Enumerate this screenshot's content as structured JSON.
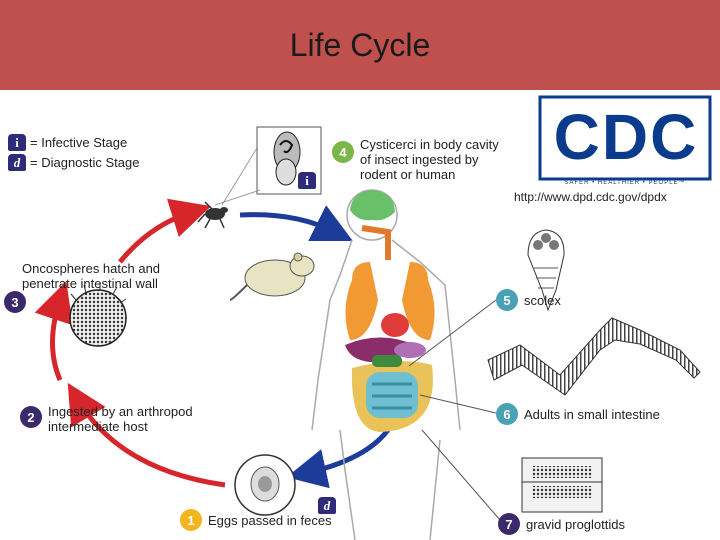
{
  "slide": {
    "title": "Life Cycle"
  },
  "legend": {
    "infective_symbol": "i",
    "infective_label": "= Infective Stage",
    "diagnostic_symbol": "d",
    "diagnostic_label": "= Diagnostic Stage"
  },
  "cdc": {
    "logo_text": "CDC",
    "tagline": "SAFER • HEALTHIER • PEOPLE™",
    "url": "http://www.dpd.cdc.gov/dpdx"
  },
  "stages": [
    {
      "number": "1",
      "lines": [
        "Eggs passed in feces"
      ]
    },
    {
      "number": "2",
      "lines": [
        "Ingested by an arthropod",
        "intermediate host"
      ]
    },
    {
      "number": "3",
      "lines": [
        "Oncospheres hatch and",
        "penetrate intestinal wall"
      ]
    },
    {
      "number": "4",
      "lines": [
        "Cysticerci in body cavity",
        "of insect ingested by",
        "rodent or human"
      ]
    },
    {
      "number": "5",
      "lines": [
        "scolex"
      ]
    },
    {
      "number": "6",
      "lines": [
        "Adults in small intestine"
      ]
    },
    {
      "number": "7",
      "lines": [
        "gravid proglottids"
      ]
    }
  ],
  "markers": {
    "infective_on_cysticercus": "i",
    "diagnostic_on_egg": "d"
  },
  "colors": {
    "banner": "#c0504d",
    "arrow_red": "#d7262b",
    "arrow_blue": "#1d3c9a",
    "badge_green": "#7ab648",
    "badge_purple": "#3b2a6b",
    "badge_teal": "#4aa0b5",
    "badge_yellow": "#f2b51d",
    "legend_symbol": "#2e2c7a"
  }
}
